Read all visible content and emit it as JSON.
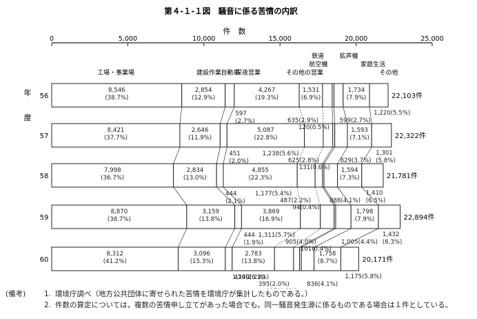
{
  "chart_data": {
    "type": "bar",
    "orientation": "horizontal",
    "stacked": true,
    "title": "第４-１-１図　騒音に係る苦情の内訳",
    "xlabel": "件　数",
    "ylabel": "年\n度",
    "xlim": [
      0,
      25000
    ],
    "xticks": [
      0,
      5000,
      10000,
      15000,
      20000,
      25000
    ],
    "xtick_labels": [
      "0",
      "5,000",
      "10,000",
      "15,000",
      "20,000",
      "25,000"
    ],
    "categories": [
      "56",
      "57",
      "58",
      "59",
      "60"
    ],
    "series": [
      {
        "name": "工場・事業場",
        "values": [
          8546,
          8421,
          7998,
          8870,
          8312
        ],
        "labels": [
          "8,546\n(38.7%)",
          "8,421\n(37.7%)",
          "7,998\n(36.7%)",
          "8,870\n(38.7%)",
          "8,312\n(41.2%)"
        ]
      },
      {
        "name": "建設作業",
        "values": [
          2854,
          2646,
          2834,
          3159,
          3096
        ],
        "labels": [
          "2,854\n(12.9%)",
          "2,646\n(11.9%)",
          "2,834\n(13.0%)",
          "3,159\n(13.8%)",
          "3,096\n(15.3%)"
        ]
      },
      {
        "name": "自動車",
        "values": [
          597,
          451,
          444,
          444,
          450
        ],
        "labels": [
          "597\n(2.7%)",
          "451\n(2.0%)",
          "444\n(2.1%)",
          "444\n(1.9%)",
          "450(2.2%)"
        ]
      },
      {
        "name": "深夜営業",
        "values": [
          4267,
          5087,
          4855,
          3869,
          2783
        ],
        "labels": [
          "4,267\n(19.3%)",
          "5,087\n(22.8%)",
          "4,855\n(22.3%)",
          "3,869\n(16.9%)",
          "2,783\n(13.8%)"
        ]
      },
      {
        "name": "その他の営業",
        "values": [
          1531,
          1238,
          1177,
          1311,
          1249
        ],
        "labels": [
          "1,531\n(6.9%)",
          "1,238(5.6%)",
          "1,177(5.4%)",
          "1,311(5.7%)",
          "1,249(6.2%)"
        ]
      },
      {
        "name": "航空機",
        "values": [
          635,
          625,
          487,
          905,
          395
        ],
        "labels": [
          "635(2.9%)",
          "625(2.8%)",
          "487(2.2%)",
          "905(4.0%)",
          "395(2.0%)"
        ]
      },
      {
        "name": "鉄道",
        "values": [
          120,
          131,
          94,
          101,
          117
        ],
        "labels": [
          "120(0.5%)",
          "131(0.6%)",
          "94(0.4%)",
          "101(0.4%)",
          "117(0.6%)"
        ]
      },
      {
        "name": "拡声機",
        "values": [
          599,
          829,
          888,
          1005,
          836
        ],
        "labels": [
          "599(2.7%)",
          "829(3.7%)",
          "888(4.1%)",
          "1,005(4.4%)",
          "836(4.1%)"
        ]
      },
      {
        "name": "家庭生活",
        "values": [
          1734,
          1593,
          1594,
          1798,
          1758
        ],
        "labels": [
          "1,734\n(7.9%)",
          "1,593\n(7.1%)",
          "1,594\n(7.3%)",
          "1,798\n(7.9%)",
          "1,758\n(8.7%)"
        ]
      },
      {
        "name": "その他",
        "values": [
          1220,
          1301,
          1410,
          1432,
          1175
        ],
        "labels": [
          "1,220(5.5%)",
          "1,301\n(5.8%)",
          "1,410\n(6.5%)",
          "1,432\n(6.3%)",
          "1,175(5.8%)"
        ]
      }
    ],
    "totals": [
      22103,
      22322,
      21781,
      22894,
      20171
    ],
    "total_labels": [
      "22,103件",
      "22,322件",
      "21,781件",
      "22,894件",
      "20,171件"
    ]
  },
  "notes": {
    "label": "(備考)",
    "items": [
      {
        "num": "1.",
        "text": "環境庁調べ（地方公共団体に寄せられた苦情を環境庁が集計したものである。）"
      },
      {
        "num": "2.",
        "text": "件数の算定については，複数の苦情申し立てがあった場合でも，同一騒音発生源に係るものである場合は１件としている。"
      }
    ]
  }
}
